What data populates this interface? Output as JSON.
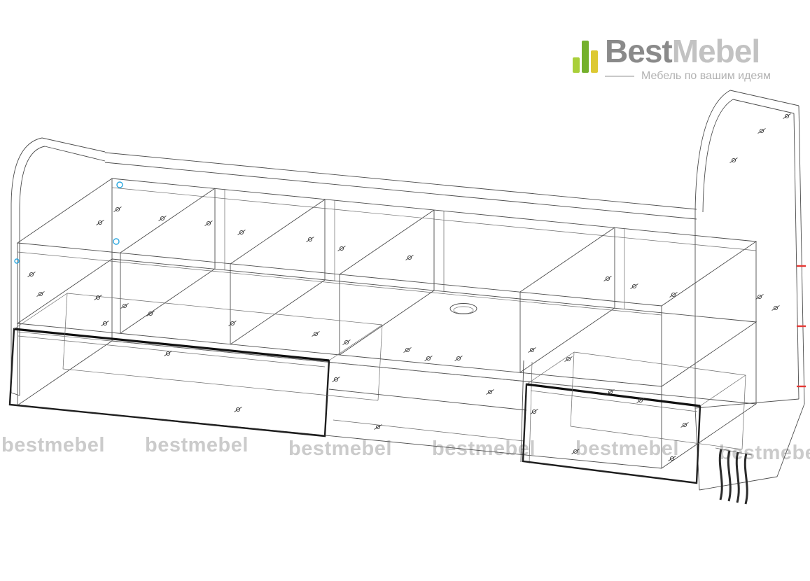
{
  "logo": {
    "brand_primary": "Best",
    "brand_secondary": "Mebel",
    "tagline": "Мебель по вашим идеям",
    "colors": {
      "bar_light_green": "#a9cf3a",
      "bar_green": "#74b02c",
      "bar_yellow": "#ddc933",
      "brand_primary_text": "#8a8a8a",
      "brand_secondary_text": "#c2c2c2",
      "tagline_text": "#b2b2b2"
    }
  },
  "watermark": {
    "text": "bestmebel",
    "color": "#cbcbcb",
    "count": 6
  },
  "drawing": {
    "description": "Isometric CAD wireframe of a bed/cabinet unit with two rounded side panels, internal shelf compartments, two pulled-out drawers, a round cable hole and assembly screw marks",
    "line_color": "#4d4d4d",
    "red_mark_color": "#e53935",
    "blue_mark_color": "#2aa7e0"
  }
}
